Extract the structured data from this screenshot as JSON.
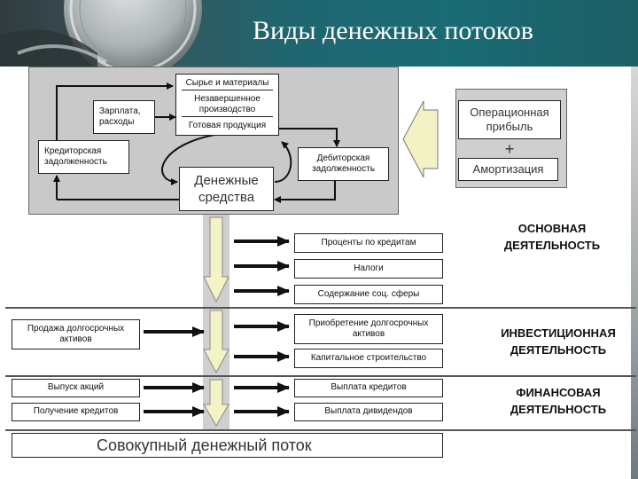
{
  "title": "Виды денежных потоков",
  "cycle": {
    "raw_materials": "Сырье и материалы",
    "wip": "Незавершенное производство",
    "finished_goods": "Готовая продукция",
    "salary": "Зарплата, расходы",
    "payables": "Кредиторская задолженность",
    "receivables": "Дебиторская задолженность",
    "cash": "Денежные средства"
  },
  "profit": {
    "operating_profit": "Операционная прибыль",
    "plus": "+",
    "depreciation": "Амортизация"
  },
  "operating": {
    "heading": "ОСНОВНАЯ ДЕЯТЕЛЬНОСТЬ",
    "outflows": [
      "Проценты по кредитам",
      "Налоги",
      "Содержание соц. сферы"
    ]
  },
  "investing": {
    "heading": "ИНВЕСТИЦИОННАЯ ДЕЯТЕЛЬНОСТЬ",
    "inflow": "Продажа долгосрочных активов",
    "outflows": [
      "Приобретение долгосрочных активов",
      "Капитальное строительство"
    ]
  },
  "financing": {
    "heading": "ФИНАНСОВАЯ ДЕЯТЕЛЬНОСТЬ",
    "inflows": [
      "Выпуск акций",
      "Получение кредитов"
    ],
    "outflows": [
      "Выплата кредитов",
      "Выплата дивидендов"
    ]
  },
  "total": "Совокупный денежный поток"
}
